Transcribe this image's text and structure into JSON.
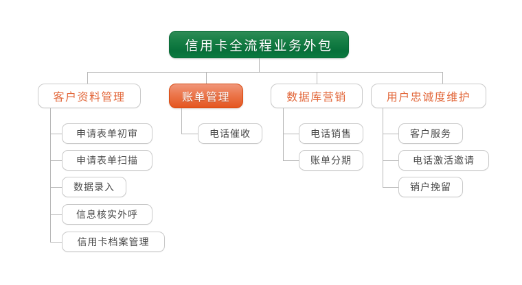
{
  "diagram": {
    "title": "信用卡全流程业务外包",
    "type": "org-chart",
    "colors": {
      "root_fill": "#0a7a3f",
      "active_fill": "#e4551f",
      "level2_text": "#e2673a",
      "level3_text": "#4a4a4a",
      "connector": "#b6b6b6",
      "background": "#ffffff"
    },
    "root": {
      "label": "信用卡全流程业务外包"
    },
    "branches": [
      {
        "label": "客户资料管理",
        "active": false,
        "children": [
          {
            "label": "申请表单初审"
          },
          {
            "label": "申请表单扫描"
          },
          {
            "label": "数据录入"
          },
          {
            "label": "信息核实外呼"
          },
          {
            "label": "信用卡档案管理"
          }
        ]
      },
      {
        "label": "账单管理",
        "active": true,
        "children": [
          {
            "label": "电话催收"
          }
        ]
      },
      {
        "label": "数据库营销",
        "active": false,
        "children": [
          {
            "label": "电话销售"
          },
          {
            "label": "账单分期"
          }
        ]
      },
      {
        "label": "用户忠诚度维护",
        "active": false,
        "children": [
          {
            "label": "客户服务"
          },
          {
            "label": "电话激活邀请"
          },
          {
            "label": "销户挽留"
          }
        ]
      }
    ]
  }
}
